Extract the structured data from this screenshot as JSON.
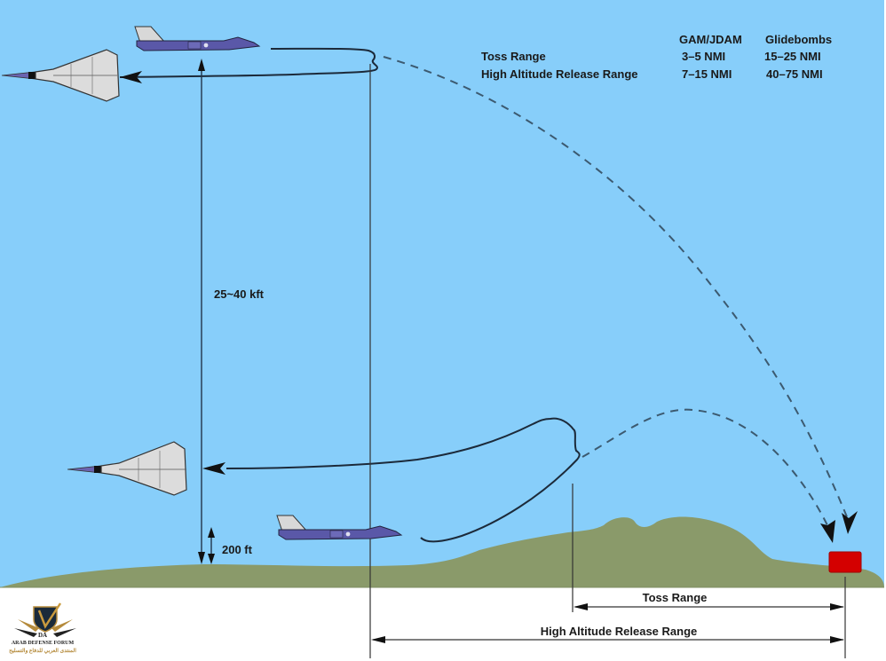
{
  "diagram": {
    "title": "Toss vs High Altitude Release delivery profiles",
    "table": {
      "headers": [
        "",
        "GAM/JDAM",
        "Glidebombs"
      ],
      "rows": [
        {
          "label": "Toss Range",
          "gam_jdam": "3–5 NMI",
          "glidebombs": "15–25 NMI"
        },
        {
          "label": "High Altitude Release Range",
          "gam_jdam": "7–15 NMI",
          "glidebombs": "40–75 NMI"
        }
      ]
    },
    "altitude_label": "25~40 kft",
    "low_altitude_label": "200 ft",
    "toss_range_label": "Toss Range",
    "high_alt_range_label": "High Altitude Release Range",
    "colors": {
      "sky": "#87cefa",
      "ground": "#8a9a6a",
      "target": "#d40000",
      "trajectory": "#3c5a70",
      "jet_fuselage": "#5a58a8"
    }
  },
  "watermark": {
    "logo_monogram": "DA",
    "name_en": "ARAB DEFENSE FORUM",
    "name_ar": "المنتدى العربي للدفاع والتسليح"
  }
}
